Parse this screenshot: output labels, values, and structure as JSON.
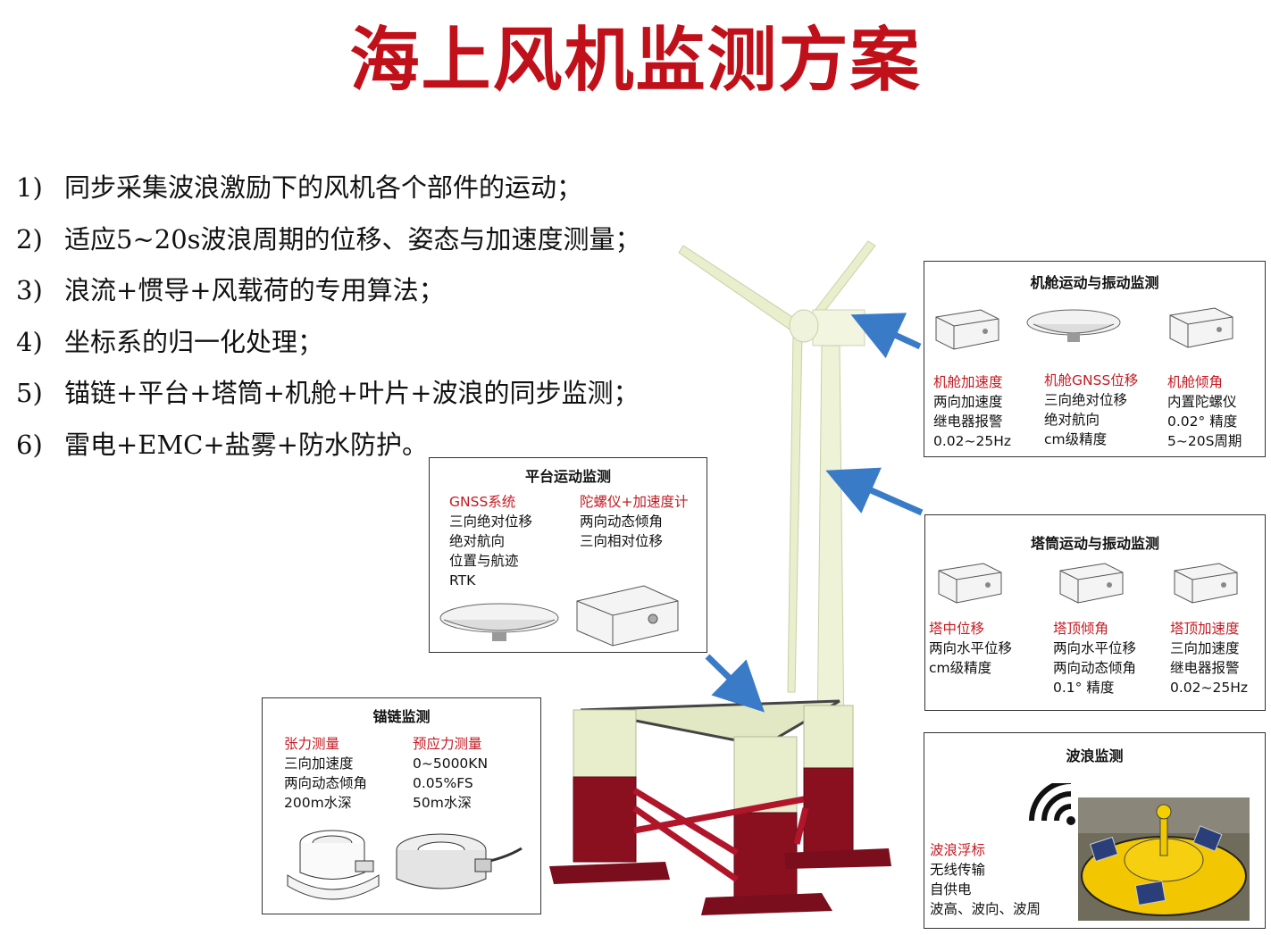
{
  "title": "海上风机监测方案",
  "points": [
    {
      "num": "1)",
      "text": "同步采集波浪激励下的风机各个部件的运动；"
    },
    {
      "num": "2)",
      "text": "适应5~20s波浪周期的位移、姿态与加速度测量；"
    },
    {
      "num": "3)",
      "text": "浪流+惯导+风载荷的专用算法；"
    },
    {
      "num": "4)",
      "text": "坐标系的归一化处理；"
    },
    {
      "num": "5)",
      "text": "锚链+平台+塔筒+机舱+叶片+波浪的同步监测；"
    },
    {
      "num": "6)",
      "text": "雷电+EMC+盐雾+防水防护。"
    }
  ],
  "nacelle": {
    "title": "机舱运动与振动监测",
    "cols": [
      {
        "head": "机舱加速度",
        "lines": [
          "两向加速度",
          "继电器报警",
          "0.02~25Hz"
        ]
      },
      {
        "head": "机舱GNSS位移",
        "lines": [
          "三向绝对位移",
          "绝对航向",
          "cm级精度"
        ]
      },
      {
        "head": "机舱倾角",
        "lines": [
          "内置陀螺仪",
          "0.02° 精度",
          "5~20S周期"
        ]
      }
    ]
  },
  "platform": {
    "title": "平台运动监测",
    "cols": [
      {
        "head": "GNSS系统",
        "lines": [
          "三向绝对位移",
          "绝对航向",
          "位置与航迹",
          "RTK"
        ]
      },
      {
        "head": "陀螺仪+加速度计",
        "lines": [
          "两向动态倾角",
          "三向相对位移"
        ]
      }
    ]
  },
  "tower": {
    "title": "塔筒运动与振动监测",
    "cols": [
      {
        "head": "塔中位移",
        "lines": [
          "两向水平位移",
          "cm级精度"
        ]
      },
      {
        "head": "塔顶倾角",
        "lines": [
          "两向水平位移",
          "两向动态倾角",
          "0.1° 精度"
        ]
      },
      {
        "head": "塔顶加速度",
        "lines": [
          "三向加速度",
          "继电器报警",
          "0.02~25Hz"
        ]
      }
    ]
  },
  "mooring": {
    "title": "锚链监测",
    "cols": [
      {
        "head": "张力测量",
        "lines": [
          "三向加速度",
          "两向动态倾角",
          "200m水深"
        ]
      },
      {
        "head": "预应力测量",
        "lines": [
          "0~5000KN",
          "0.05%FS",
          "50m水深"
        ]
      }
    ]
  },
  "wave": {
    "title": "波浪监测",
    "cols": [
      {
        "head": "波浪浮标",
        "lines": [
          "无线传输",
          "自供电",
          "波高、波向、波周"
        ]
      }
    ]
  },
  "colors": {
    "title": "#c0101a",
    "heading": "#c41a22",
    "arrow": "#3a7bc8",
    "tower": "#eef2d6",
    "base": "#8a1020"
  }
}
